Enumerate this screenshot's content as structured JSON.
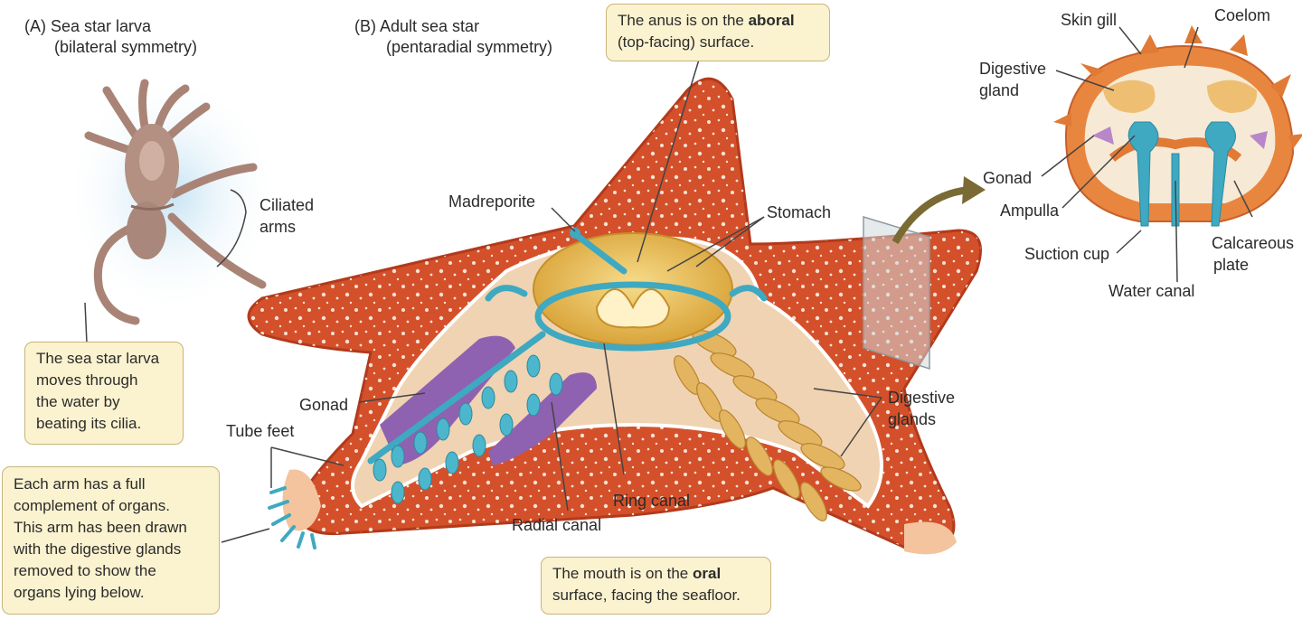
{
  "panels": {
    "larva_title": "(A)  Sea star larva",
    "larva_subtitle": "(bilateral symmetry)",
    "adult_title": "(B)  Adult sea star",
    "adult_subtitle": "(pentaradial symmetry)"
  },
  "labels": {
    "ciliated_arms_1": "Ciliated",
    "ciliated_arms_2": "arms",
    "madreporite": "Madreporite",
    "stomach": "Stomach",
    "gonad": "Gonad",
    "tube_feet": "Tube feet",
    "digestive_glands_1": "Digestive",
    "digestive_glands_2": "glands",
    "ring_canal": "Ring canal",
    "radial_canal": "Radial canal",
    "skin_gill": "Skin gill",
    "coelom": "Coelom",
    "digestive_gland_1": "Digestive",
    "digestive_gland_2": "gland",
    "gonad_cs": "Gonad",
    "ampulla": "Ampulla",
    "suction_cup": "Suction cup",
    "calcareous_1": "Calcareous",
    "calcareous_2": "plate",
    "water_canal": "Water canal"
  },
  "callouts": {
    "anus_pre": "The anus is on the ",
    "anus_bold": "aboral",
    "anus_post": "(top-facing) surface.",
    "larva_1": "The sea star larva",
    "larva_2": "moves through",
    "larva_3": "the water by",
    "larva_4": "beating its cilia.",
    "arm_1": "Each arm has a full",
    "arm_2": "complement of organs.",
    "arm_3": "This arm has been drawn",
    "arm_4": "with the digestive glands",
    "arm_5": "removed to show the",
    "arm_6": "organs lying below.",
    "mouth_pre": "The mouth is on the ",
    "mouth_bold": "oral",
    "mouth_post": "surface, facing the seafloor."
  },
  "colors": {
    "skin": "#d4502a",
    "skin_dark": "#b23a1c",
    "interior": "#f0d3b2",
    "stomach": "#e9bb52",
    "water_vascular": "#3ea9c1",
    "gonad": "#8e62b0",
    "digestive": "#e3b560",
    "callout_bg": "#fbf2cf",
    "larva": "#b39081"
  }
}
